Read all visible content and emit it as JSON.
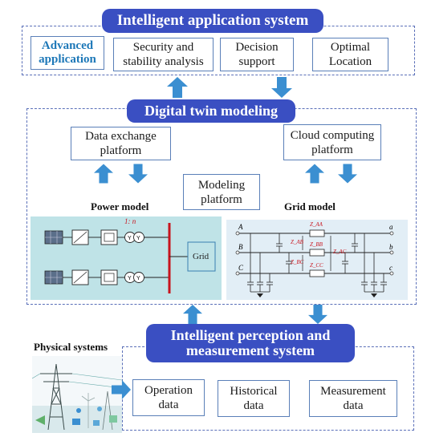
{
  "top_banner": "Intelligent application system",
  "advanced_app": "Advanced application",
  "app_boxes": [
    "Security and stability analysis",
    "Decision support",
    "Optimal Location"
  ],
  "twin_banner": "Digital twin modeling",
  "data_exchange": "Data exchange platform",
  "cloud_computing": "Cloud computing platform",
  "modeling_platform": "Modeling platform",
  "power_model": "Power model",
  "grid_model": "Grid model",
  "power_schematic": {
    "transformer_ratio": "1: n",
    "grid_label": "Grid"
  },
  "grid_schematic": {
    "nodes_left": [
      "A",
      "B",
      "C"
    ],
    "nodes_right": [
      "a",
      "b",
      "c"
    ],
    "impedances": {
      "zaa": "Z_AA",
      "zbb": "Z_BB",
      "zcc": "Z_CC",
      "zab": "Z_AB",
      "zac": "Z_AC",
      "zbc": "Z_BC"
    }
  },
  "perception_banner": "Intelligent perception and measurement system",
  "physical_systems": "Physical systems",
  "data_boxes": [
    "Operation data",
    "Historical data",
    "Measurement data"
  ],
  "colors": {
    "banner": "#3a4fc2",
    "arrow": "#3b8fd1",
    "dashed": "#5a6fb8",
    "panel": "#bfe3e7",
    "accent_red": "#c8141e"
  }
}
